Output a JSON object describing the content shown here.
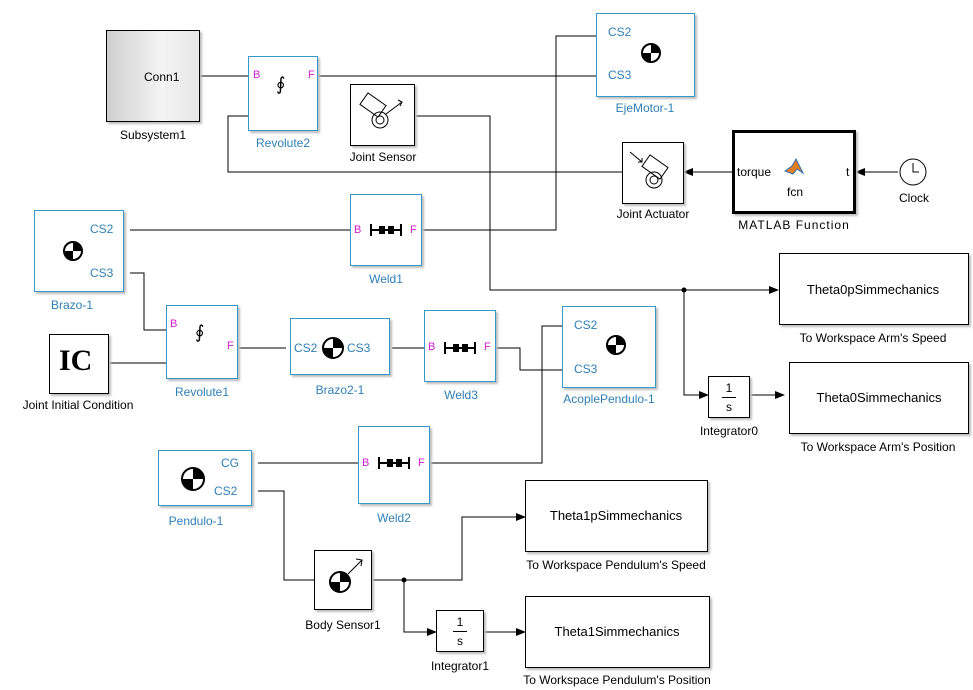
{
  "blocks": {
    "subsystem1": {
      "label": "Subsystem1",
      "port": "Conn1"
    },
    "revolute2": {
      "label": "Revolute2",
      "port_in": "B",
      "port_out": "F"
    },
    "joint_sensor": {
      "label": "Joint Sensor"
    },
    "ejemotor": {
      "label": "EjeMotor-1",
      "port_cs2": "CS2",
      "port_cs3": "CS3"
    },
    "joint_actuator": {
      "label": "Joint Actuator"
    },
    "matlab_function": {
      "label": "MATLAB Function",
      "port_in": "torque",
      "port_out": "t",
      "body": "fcn"
    },
    "clock": {
      "label": "Clock"
    },
    "brazo1": {
      "label": "Brazo-1",
      "port_cs2": "CS2",
      "port_cs3": "CS3"
    },
    "weld1": {
      "label": "Weld1",
      "port_in": "B",
      "port_out": "F"
    },
    "theta0p": {
      "label": "To Workspace Arm's Speed",
      "body": "Theta0pSimmechanics"
    },
    "ic": {
      "label": "Joint Initial Condition",
      "body": "IC"
    },
    "revolute1": {
      "label": "Revolute1",
      "port_in": "B",
      "port_out": "F"
    },
    "brazo2": {
      "label": "Brazo2-1",
      "port_cs2": "CS2",
      "port_cs3": "CS3"
    },
    "weld3": {
      "label": "Weld3",
      "port_in": "B",
      "port_out": "F"
    },
    "acople": {
      "label": "AcoplePendulo-1",
      "port_cs2": "CS2",
      "port_cs3": "CS3"
    },
    "integrator0": {
      "label": "Integrator0",
      "num": "1",
      "den": "s"
    },
    "theta0": {
      "label": "To Workspace Arm's Position",
      "body": "Theta0Simmechanics"
    },
    "pendulo1": {
      "label": "Pendulo-1",
      "port_cg": "CG",
      "port_cs2": "CS2"
    },
    "weld2": {
      "label": "Weld2",
      "port_in": "B",
      "port_out": "F"
    },
    "theta1p": {
      "label": "To Workspace Pendulum's Speed",
      "body": "Theta1pSimmechanics"
    },
    "body_sensor": {
      "label": "Body Sensor1"
    },
    "integrator1": {
      "label": "Integrator1",
      "num": "1",
      "den": "s"
    },
    "theta1": {
      "label": "To Workspace Pendulum's Position",
      "body": "Theta1Simmechanics"
    }
  },
  "colors": {
    "block_border": "#3399cc",
    "port_text": "#d01bd0",
    "label_text": "#2f7fb5"
  }
}
